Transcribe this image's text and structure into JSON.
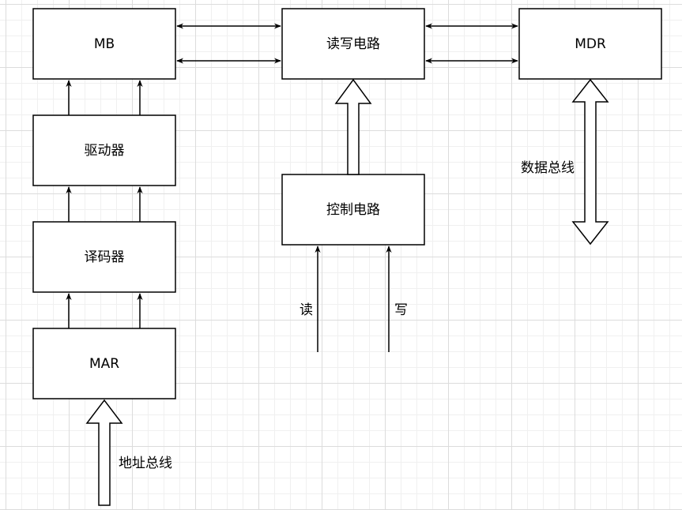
{
  "boxes": {
    "mb": "MB",
    "rw_circuit": "读写电路",
    "mdr": "MDR",
    "driver": "驱动器",
    "decoder": "译码器",
    "mar": "MAR",
    "control_circuit": "控制电路"
  },
  "labels": {
    "data_bus": "数据总线",
    "address_bus": "地址总线",
    "read": "读",
    "write": "写"
  }
}
